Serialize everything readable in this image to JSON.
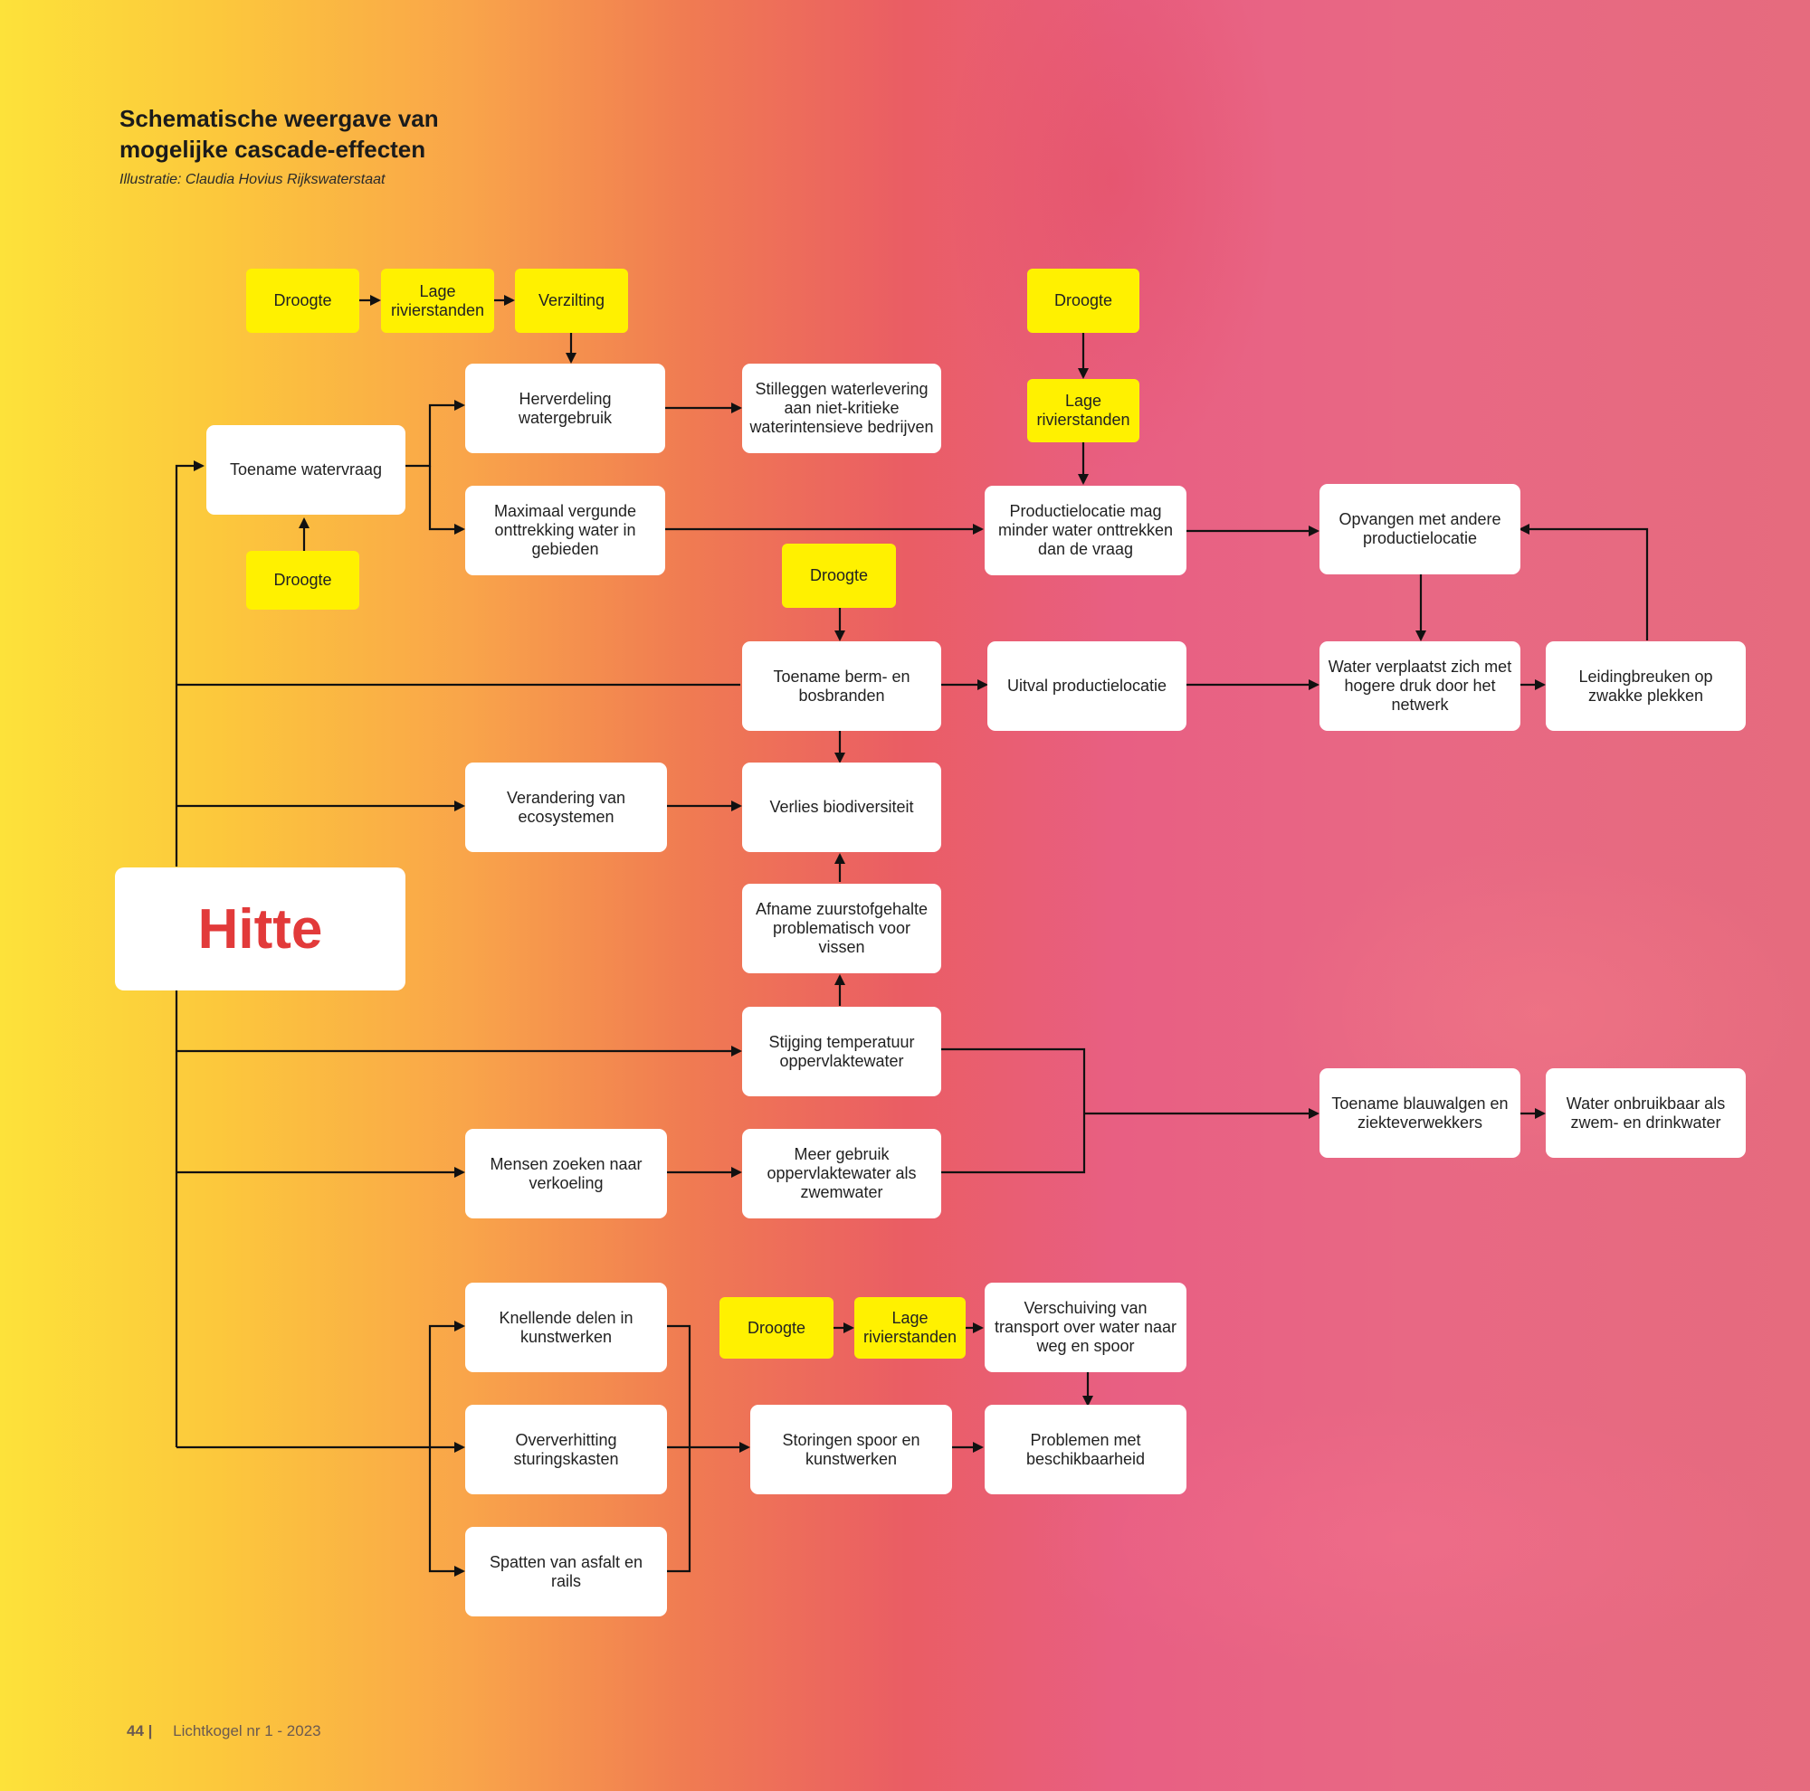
{
  "header": {
    "title": "Schematische weergave van mogelijke cascade-effecten",
    "credit": "Illustratie: Claudia Hovius Rijkswaterstaat"
  },
  "footer": {
    "page": "44 |",
    "publication": "Lichtkogel nr 1 - 2023"
  },
  "colors": {
    "accent_red": "#e23a3a",
    "trigger_yellow": "#fff100",
    "box_white": "#ffffff",
    "line": "#111111"
  },
  "nodes": {
    "hitte": "Hitte",
    "droogte_1": "Droogte",
    "lage_rivierstanden_1": "Lage rivierstanden",
    "verzilting": "Verzilting",
    "herverdeling": "Herverdeling watergebruik",
    "stilleggen": "Stilleggen waterlevering aan niet-kritieke waterintensieve bedrijven",
    "toename_watervraag": "Toename watervraag",
    "maximaal": "Maximaal vergunde onttrekking water in gebieden",
    "droogte_2": "Droogte",
    "droogte_3": "Droogte",
    "lage_rivierstanden_2": "Lage rivierstanden",
    "productielocatie": "Productielocatie mag minder water onttrekken dan de vraag",
    "opvangen": "Opvangen met andere productielocatie",
    "droogte_4": "Droogte",
    "berm_bosbranden": "Toename berm- en bosbranden",
    "uitval": "Uitval productielocatie",
    "water_verplaatst": "Water verplaatst zich met hogere druk door het netwerk",
    "leidingbreuken": "Leidingbreuken op zwakke plekken",
    "ecosystemen": "Verandering van ecosystemen",
    "biodiversiteit": "Verlies biodiversiteit",
    "zuurstof": "Afname zuurstofgehalte problematisch voor vissen",
    "temperatuur": "Stijging temperatuur oppervlaktewater",
    "blauwalgen": "Toename blauwalgen en ziekteverwekkers",
    "onbruikbaar": "Water onbruikbaar als zwem- en drinkwater",
    "verkoeling": "Mensen zoeken naar verkoeling",
    "zwemwater": "Meer gebruik oppervlaktewater als zwemwater",
    "knellende": "Knellende delen in kunstwerken",
    "droogte_5": "Droogte",
    "lage_rivierstanden_3": "Lage rivierstanden",
    "verschuiving": "Verschuiving van transport over water naar weg en spoor",
    "oververhitting": "Oververhitting sturingskasten",
    "storingen": "Storingen spoor en kunstwerken",
    "beschikbaarheid": "Problemen met beschikbaarheid",
    "spatten": "Spatten van asfalt en rails"
  }
}
